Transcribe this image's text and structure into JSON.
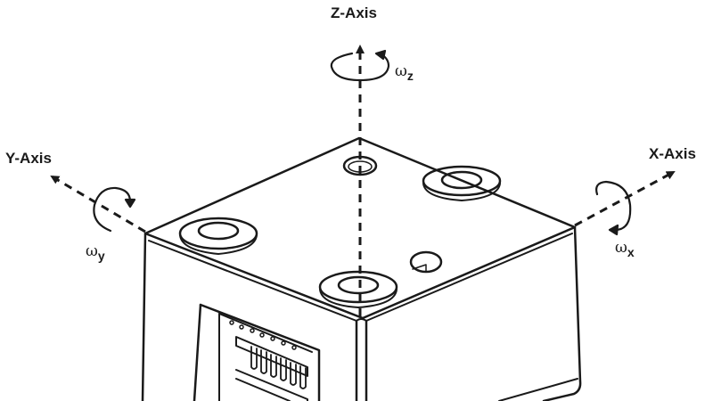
{
  "diagram": {
    "subject": "sensor-module-box",
    "colors": {
      "stroke": "#1a1a1a",
      "background": "#ffffff"
    },
    "axes": [
      {
        "id": "z",
        "title": "Z-Axis",
        "rotation_symbol": "ω",
        "rotation_sub": "z"
      },
      {
        "id": "y",
        "title": "Y-Axis",
        "rotation_symbol": "ω",
        "rotation_sub": "y"
      },
      {
        "id": "x",
        "title": "X-Axis",
        "rotation_symbol": "ω",
        "rotation_sub": "x"
      }
    ]
  }
}
